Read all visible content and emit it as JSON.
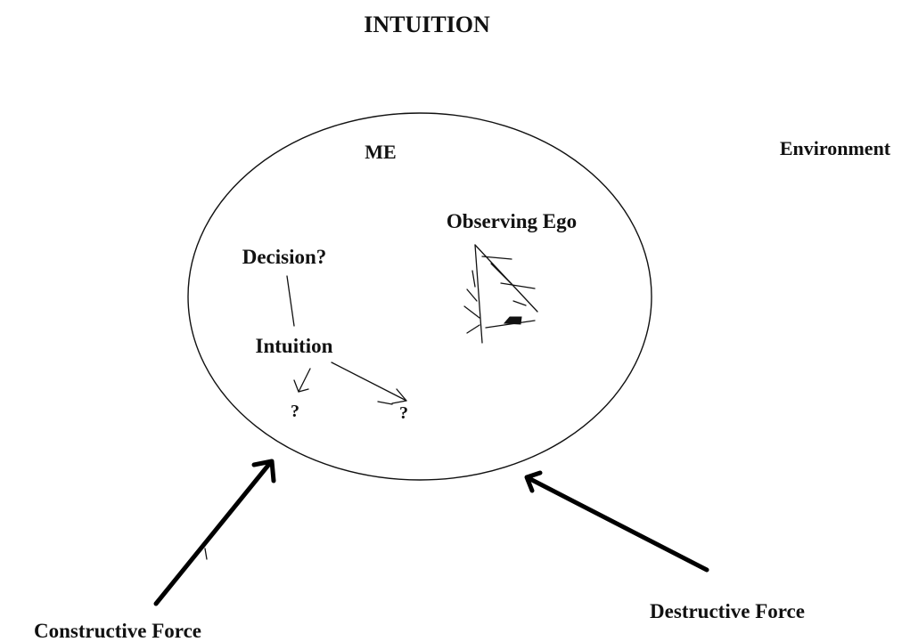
{
  "diagram": {
    "title": "INTUITION",
    "me_label": "ME",
    "environment_label": "Environment",
    "observing_ego_label": "Observing Ego",
    "decision_label": "Decision?",
    "intuition_label": "Intuition",
    "unknown_outcome_left": "?",
    "unknown_outcome_right": "?",
    "constructive_force_label": "Constructive Force",
    "destructive_force_label": "Destructive Force"
  },
  "colors": {
    "ink": "#111111",
    "background": "#ffffff"
  }
}
